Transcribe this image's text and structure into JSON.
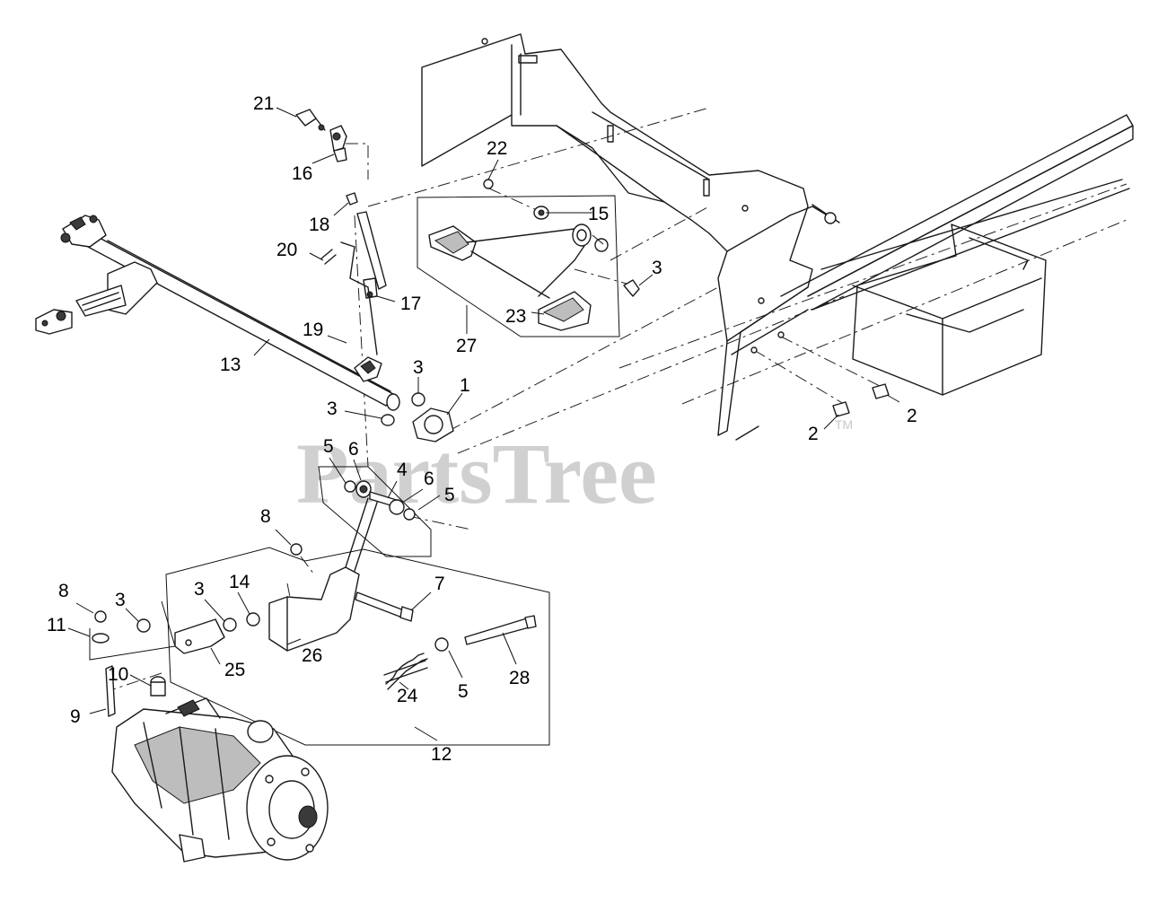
{
  "watermark": {
    "text": "PartsTree",
    "tm": "TM"
  },
  "callouts": [
    {
      "id": "c1",
      "label": "1"
    },
    {
      "id": "c2a",
      "label": "2"
    },
    {
      "id": "c2b",
      "label": "2"
    },
    {
      "id": "c3a",
      "label": "3"
    },
    {
      "id": "c3b",
      "label": "3"
    },
    {
      "id": "c3c",
      "label": "3"
    },
    {
      "id": "c3d",
      "label": "3"
    },
    {
      "id": "c3e",
      "label": "3"
    },
    {
      "id": "c4",
      "label": "4"
    },
    {
      "id": "c5a",
      "label": "5"
    },
    {
      "id": "c5b",
      "label": "5"
    },
    {
      "id": "c5c",
      "label": "5"
    },
    {
      "id": "c6a",
      "label": "6"
    },
    {
      "id": "c6b",
      "label": "6"
    },
    {
      "id": "c7",
      "label": "7"
    },
    {
      "id": "c8a",
      "label": "8"
    },
    {
      "id": "c8b",
      "label": "8"
    },
    {
      "id": "c9",
      "label": "9"
    },
    {
      "id": "c10",
      "label": "10"
    },
    {
      "id": "c11",
      "label": "11"
    },
    {
      "id": "c12",
      "label": "12"
    },
    {
      "id": "c13",
      "label": "13"
    },
    {
      "id": "c14",
      "label": "14"
    },
    {
      "id": "c15",
      "label": "15"
    },
    {
      "id": "c16",
      "label": "16"
    },
    {
      "id": "c17",
      "label": "17"
    },
    {
      "id": "c18",
      "label": "18"
    },
    {
      "id": "c19",
      "label": "19"
    },
    {
      "id": "c20",
      "label": "20"
    },
    {
      "id": "c21",
      "label": "21"
    },
    {
      "id": "c22",
      "label": "22"
    },
    {
      "id": "c23",
      "label": "23"
    },
    {
      "id": "c24",
      "label": "24"
    },
    {
      "id": "c25",
      "label": "25"
    },
    {
      "id": "c26",
      "label": "26"
    },
    {
      "id": "c27",
      "label": "27"
    },
    {
      "id": "c28",
      "label": "28"
    }
  ]
}
